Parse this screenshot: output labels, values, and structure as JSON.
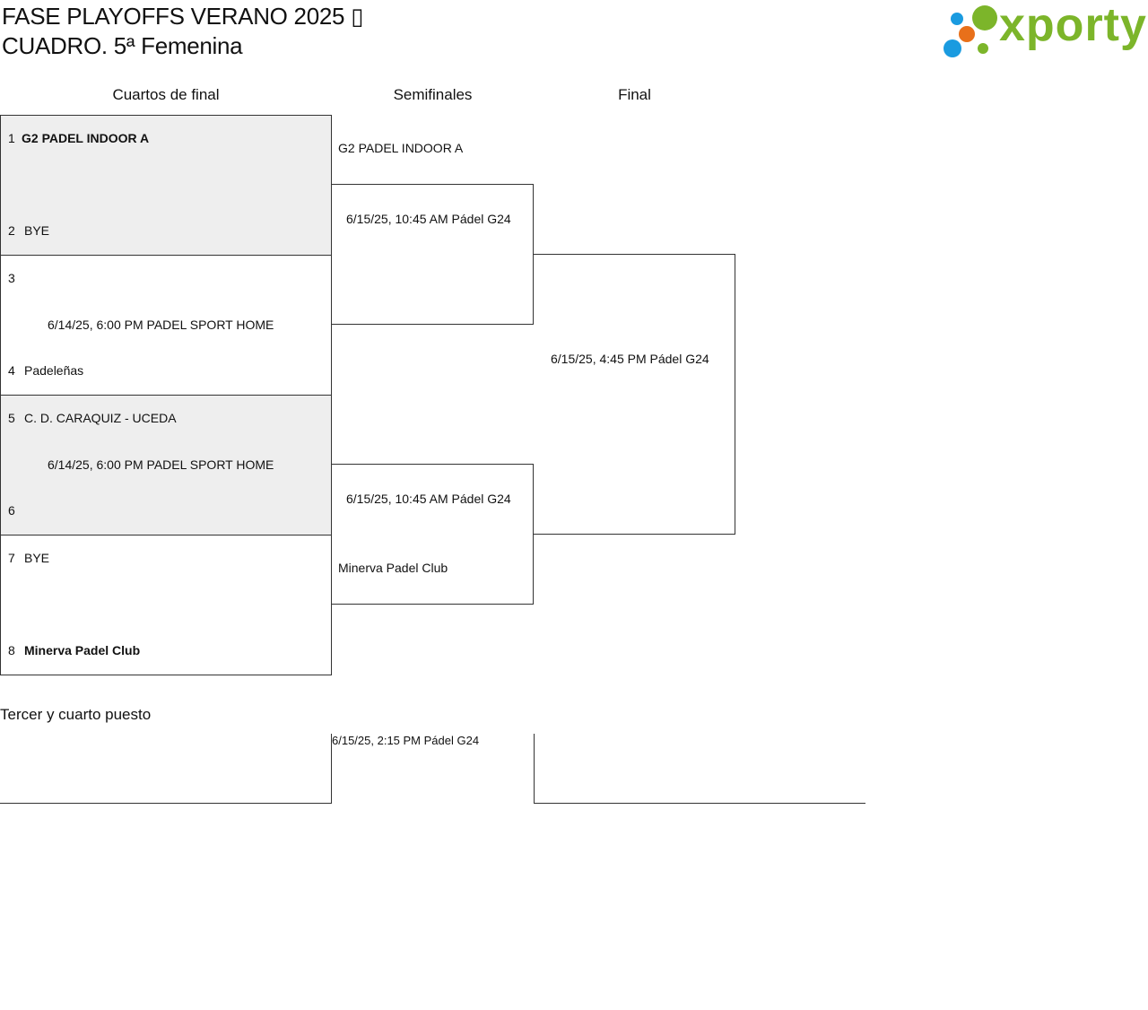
{
  "header": {
    "title_line1": "FASE PLAYOFFS VERANO 2025 ▯",
    "title_line2": "CUADRO. 5ª Femenina"
  },
  "logo": {
    "text": "xporty",
    "color_green": "#7cb52a",
    "color_blue": "#1a9be0",
    "color_orange": "#e8701a"
  },
  "rounds": {
    "quarterfinals": "Cuartos de final",
    "semifinals": "Semifinales",
    "final": "Final"
  },
  "quarterfinals": [
    {
      "seed_a": "1",
      "team_a": "G2 PADEL INDOOR A",
      "seed_b": "2",
      "team_b": "BYE",
      "info": ""
    },
    {
      "seed_a": "3",
      "team_a": "",
      "seed_b": "4",
      "team_b": "Padeleñas",
      "info": "6/14/25, 6:00 PM PADEL SPORT HOME"
    },
    {
      "seed_a": "5",
      "team_a": "C. D. CARAQUIZ - UCEDA",
      "seed_b": "6",
      "team_b": "",
      "info": "6/14/25, 6:00 PM PADEL SPORT HOME"
    },
    {
      "seed_a": "7",
      "team_a": "BYE",
      "seed_b": "8",
      "team_b": "Minerva Padel Club",
      "info": ""
    }
  ],
  "semifinals": [
    {
      "team_top": "G2 PADEL INDOOR A",
      "info": "6/15/25, 10:45 AM Pádel G24"
    },
    {
      "team_bottom": "Minerva Padel Club",
      "info": "6/15/25, 10:45 AM Pádel G24"
    }
  ],
  "final": {
    "info": "6/15/25, 4:45 PM Pádel G24"
  },
  "third_place": {
    "title": "Tercer y cuarto puesto",
    "info": "6/15/25, 2:15 PM Pádel G24"
  }
}
